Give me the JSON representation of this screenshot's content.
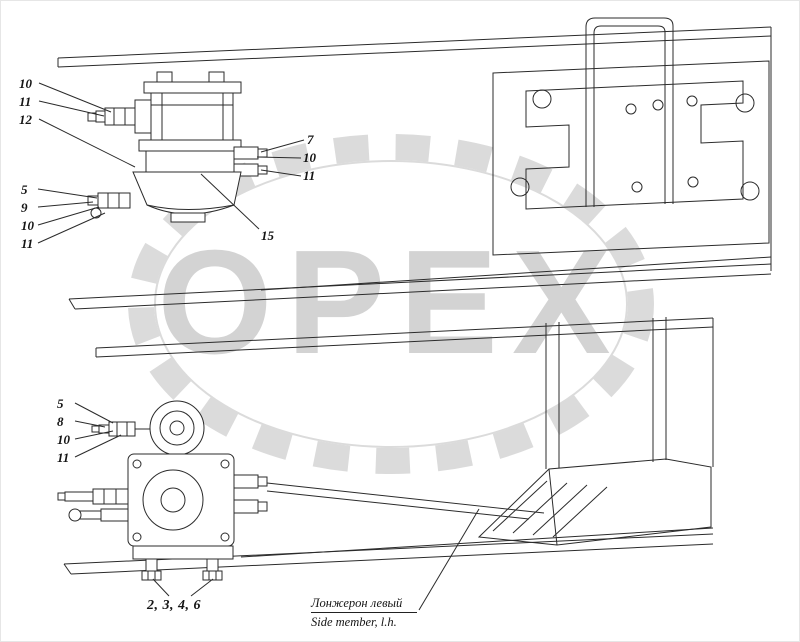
{
  "watermark": {
    "text": "ОРЕХ"
  },
  "upper_assembly": {
    "callouts_left_top": [
      "10",
      "11",
      "12"
    ],
    "callouts_right": [
      "7",
      "10",
      "11"
    ],
    "callouts_left_mid": [
      "5",
      "9",
      "10",
      "11"
    ],
    "part_label": "15"
  },
  "lower_assembly": {
    "callouts_left": [
      "5",
      "8",
      "10",
      "11"
    ],
    "callouts_bottom": "2, 3, 4, 6"
  },
  "caption": {
    "ru": "Лонжерон левый",
    "en": "Side member, l.h."
  }
}
